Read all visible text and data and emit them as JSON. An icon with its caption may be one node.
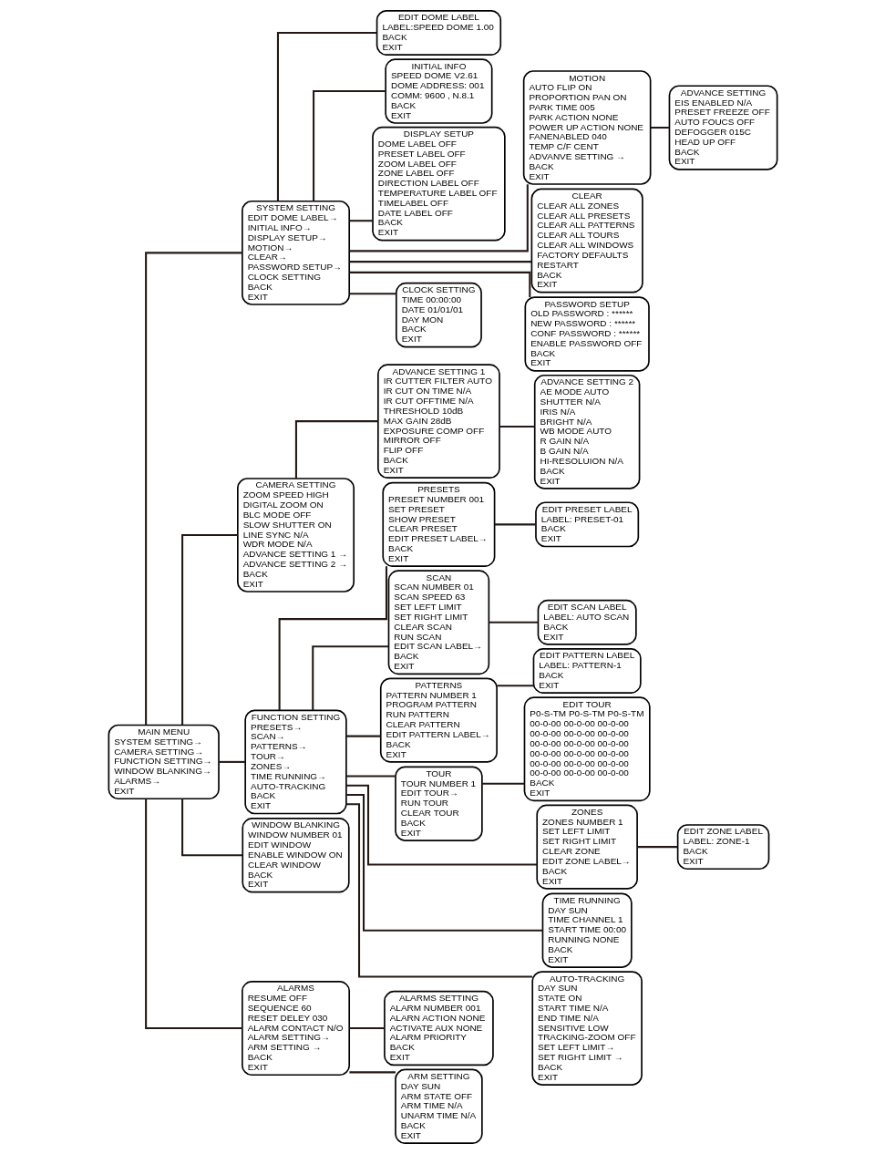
{
  "diagram": {
    "nodes": [
      {
        "text": [
          "MAIN MENU",
          "SYSTEM SETTING→",
          "CAMERA SETTING→",
          "FUNCTION SETTING→",
          "WINDOW BLANKING→",
          "ALARMS→",
          "EXIT"
        ]
      },
      {
        "text": [
          "SYSTEM SETTING",
          "EDIT DOME LABEL→",
          "INITIAL INFO→",
          "DISPLAY SETUP→",
          "MOTION→",
          "CLEAR→",
          "PASSWORD SETUP→",
          "CLOCK SETTING",
          "BACK",
          "EXIT"
        ]
      },
      {
        "text": [
          "EDIT DOME LABEL",
          "LABEL:SPEED DOME 1.00",
          "BACK",
          "EXIT"
        ]
      },
      {
        "text": [
          "INITIAL INFO",
          "SPEED DOME V2.61",
          "DOME ADDRESS: 001",
          "COMM: 9600 , N.8.1",
          "BACK",
          "EXIT"
        ]
      },
      {
        "text": [
          "DISPLAY SETUP",
          "DOME LABEL OFF",
          "PRESET LABEL OFF",
          "ZOOM LABEL OFF",
          "ZONE LABEL OFF",
          "DIRECTION LABEL OFF",
          "TEMPERATURE LABEL OFF",
          "TIMELABEL OFF",
          "DATE LABEL OFF",
          "BACK",
          "EXIT"
        ]
      },
      {
        "text": [
          "MOTION",
          "AUTO FLIP ON",
          "PROPORTION PAN ON",
          "PARK TIME 005",
          "PARK ACTION NONE",
          "POWER UP ACTION NONE",
          "FANENABLED 040",
          "TEMP C/F CENT",
          "ADVANVE SETTING →",
          "BACK",
          "EXIT"
        ]
      },
      {
        "text": [
          "ADVANCE SETTING",
          "EIS ENABLED N/A",
          "PRESET FREEZE OFF",
          "AUTO FOUCS OFF",
          "DEFOGGER 015C",
          "HEAD UP OFF",
          "BACK",
          "EXIT"
        ]
      },
      {
        "text": [
          "CLEAR",
          "CLEAR ALL ZONES",
          "CLEAR ALL PRESETS",
          "CLEAR ALL PATTERNS",
          "CLEAR ALL TOURS",
          "CLEAR ALL WINDOWS",
          "FACTORY DEFAULTS",
          "RESTART",
          "BACK",
          "EXIT"
        ]
      },
      {
        "text": [
          "PASSWORD SETUP",
          "OLD PASSWORD : ******",
          "NEW PASSWORD : ******",
          "CONF PASSWORD : ******",
          "ENABLE PASSWORD OFF",
          "BACK",
          "EXIT"
        ]
      },
      {
        "text": [
          "CLOCK SETTING",
          "TIME 00:00:00",
          "DATE 01/01/01",
          "DAY MON",
          "BACK",
          "EXIT"
        ]
      },
      {
        "text": [
          "CAMERA SETTING",
          "ZOOM SPEED HIGH",
          "DIGITAL ZOOM ON",
          "BLC MODE OFF",
          "SLOW SHUTTER ON",
          "LINE SYNC N/A",
          "WDR MODE N/A",
          "ADVANCE SETTING 1 →",
          "ADVANCE SETTING 2 →",
          "BACK",
          "EXIT"
        ]
      },
      {
        "text": [
          "ADVANCE SETTING 1",
          "IR CUTTER FILTER AUTO",
          "IR CUT ON TIME N/A",
          "IR CUT OFFTIME N/A",
          "THRESHOLD 10dB",
          "MAX GAIN 28dB",
          "EXPOSURE COMP OFF",
          "MIRROR OFF",
          "FLIP OFF",
          "BACK",
          "EXIT"
        ]
      },
      {
        "text": [
          "ADVANCE SETTING 2",
          "AE MODE AUTO",
          "SHUTTER N/A",
          "IRIS N/A",
          "BRIGHT N/A",
          "WB MODE AUTO",
          "R GAIN N/A",
          "B GAIN N/A",
          "HI-RESOLUION N/A",
          "BACK",
          "EXIT"
        ]
      },
      {
        "text": [
          "FUNCTION SETTING",
          "PRESETS→",
          "SCAN→",
          "PATTERNS→",
          "TOUR→",
          "ZONES→",
          "TIME RUNNING→",
          "AUTO-TRACKING",
          "BACK",
          "EXIT"
        ]
      },
      {
        "text": [
          "PRESETS",
          "PRESET NUMBER 001",
          "SET PRESET",
          "SHOW PRESET",
          "CLEAR PRESET",
          "EDIT PRESET LABEL→",
          "BACK",
          "EXIT"
        ]
      },
      {
        "text": [
          "EDIT PRESET LABEL",
          "LABEL: PRESET-01",
          "BACK",
          "EXIT"
        ]
      },
      {
        "text": [
          "SCAN",
          "SCAN NUMBER 01",
          "SCAN SPEED 63",
          "SET LEFT LIMIT",
          "SET RIGHT LIMIT",
          "CLEAR SCAN",
          "RUN SCAN",
          "EDIT SCAN LABEL→",
          "BACK",
          "EXIT"
        ]
      },
      {
        "text": [
          "EDIT SCAN LABEL",
          "LABEL: AUTO SCAN",
          "BACK",
          "EXIT"
        ]
      },
      {
        "text": [
          "PATTERNS",
          "PATTERN NUMBER 1",
          "PROGRAM PATTERN",
          "RUN PATTERN",
          "CLEAR PATTERN",
          "EDIT PATTERN LABEL→",
          "BACK",
          "EXIT"
        ]
      },
      {
        "text": [
          "EDIT PATTERN LABEL",
          "LABEL: PATTERN-1",
          "BACK",
          "EXIT"
        ]
      },
      {
        "text": [
          "TOUR",
          "TOUR NUMBER 1",
          "EDIT TOUR→",
          "RUN TOUR",
          "CLEAR TOUR",
          "BACK",
          "EXIT"
        ]
      },
      {
        "text": [
          "EDIT TOUR",
          "P0-S-TM P0-S-TM P0-S-TM",
          "00-0-00 00-0-00 00-0-00",
          "00-0-00 00-0-00 00-0-00",
          "00-0-00 00-0-00 00-0-00",
          "00-0-00 00-0-00 00-0-00",
          "00-0-00 00-0-00 00-0-00",
          "00-0-00 00-0-00 00-0-00",
          "BACK",
          "EXIT"
        ]
      },
      {
        "text": [
          "ZONES",
          "ZONES NUMBER 1",
          "SET LEFT LIMIT",
          "SET RIGHT LIMIT",
          "CLEAR ZONE",
          "EDIT ZONE LABEL→",
          "BACK",
          "EXIT"
        ]
      },
      {
        "text": [
          "EDIT ZONE LABEL",
          "LABEL: ZONE-1",
          "BACK",
          "EXIT"
        ]
      },
      {
        "text": [
          "TIME RUNNING",
          "DAY SUN",
          "TIME CHANNEL 1",
          "START TIME 00:00",
          "RUNNING NONE",
          "BACK",
          "EXIT"
        ]
      },
      {
        "text": [
          "AUTO-TRACKING",
          "DAY SUN",
          "STATE ON",
          "START TIME N/A",
          "END TIME N/A",
          "SENSITIVE LOW",
          "TRACKING-ZOOM OFF",
          "SET LEFT LIMIT→",
          "SET RIGHT LIMIT →",
          "BACK",
          "EXIT"
        ]
      },
      {
        "text": [
          "WINDOW BLANKING",
          "WINDOW NUMBER 01",
          "EDIT WINDOW",
          "ENABLE WINDOW ON",
          "CLEAR WINDOW",
          "BACK",
          "EXIT"
        ]
      },
      {
        "text": [
          "ALARMS",
          "RESUME OFF",
          "SEQUENCE 60",
          "RESET DELEY 030",
          "ALARM CONTACT N/O",
          "ALARM SETTING→",
          "ARM SETTING →",
          "BACK",
          "EXIT"
        ]
      },
      {
        "text": [
          "ALARMS SETTING",
          "ALARM NUMBER 001",
          "ALARN ACTION NONE",
          "ACTIVATE AUX NONE",
          "ALARM PRIORITY",
          "BACK",
          "EXIT"
        ]
      },
      {
        "text": [
          "ARM SETTING",
          "DAY SUN",
          "ARM STATE OFF",
          "ARM TIME N/A",
          "UNARM TIME N/A",
          "BACK",
          "EXIT"
        ]
      }
    ],
    "edges": [
      {
        "from": 0,
        "to": 1,
        "arrow": "none"
      },
      {
        "from": 0,
        "to": 10,
        "arrow": "none"
      },
      {
        "from": 0,
        "to": 13,
        "arrow": "none"
      },
      {
        "from": 0,
        "to": 26,
        "arrow": "none"
      },
      {
        "from": 0,
        "to": 27,
        "arrow": "none"
      },
      {
        "from": 1,
        "to": 2,
        "arrow": "none"
      },
      {
        "from": 1,
        "to": 3,
        "arrow": "none"
      },
      {
        "from": 1,
        "to": 4,
        "arrow": "none"
      },
      {
        "from": 1,
        "to": 5,
        "arrow": "none"
      },
      {
        "from": 1,
        "to": 7,
        "arrow": "none"
      },
      {
        "from": 1,
        "to": 8,
        "arrow": "none"
      },
      {
        "from": 1,
        "to": 9,
        "arrow": "none"
      },
      {
        "from": 5,
        "to": 6,
        "arrow": "none"
      },
      {
        "from": 10,
        "to": 11,
        "arrow": "none"
      },
      {
        "from": 11,
        "to": 12,
        "arrow": "none"
      },
      {
        "from": 13,
        "to": 14,
        "arrow": "none"
      },
      {
        "from": 13,
        "to": 16,
        "arrow": "none"
      },
      {
        "from": 13,
        "to": 18,
        "arrow": "none"
      },
      {
        "from": 13,
        "to": 20,
        "arrow": "none"
      },
      {
        "from": 13,
        "to": 22,
        "arrow": "none"
      },
      {
        "from": 13,
        "to": 24,
        "arrow": "none"
      },
      {
        "from": 13,
        "to": 25,
        "arrow": "none"
      },
      {
        "from": 14,
        "to": 15,
        "arrow": "none"
      },
      {
        "from": 16,
        "to": 17,
        "arrow": "none"
      },
      {
        "from": 18,
        "to": 19,
        "arrow": "none"
      },
      {
        "from": 20,
        "to": 21,
        "arrow": "none"
      },
      {
        "from": 22,
        "to": 23,
        "arrow": "none"
      },
      {
        "from": 27,
        "to": 28,
        "arrow": "none"
      },
      {
        "from": 27,
        "to": 29,
        "arrow": "none"
      }
    ]
  }
}
